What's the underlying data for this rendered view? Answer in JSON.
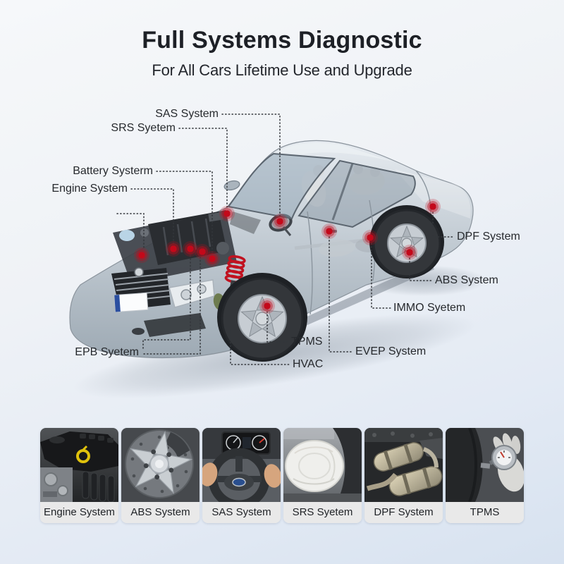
{
  "header": {
    "title": "Full Systems Diagnostic",
    "subtitle": "For All Cars Lifetime Use and Upgrade"
  },
  "diagram": {
    "description": "Cutaway sedan with red markers showing diagnosable systems",
    "marker_color": "#c3091a",
    "callouts": [
      {
        "id": "sas-system",
        "label": "SAS System",
        "side": "left",
        "dot": [
          397,
          314
        ]
      },
      {
        "id": "srs-system",
        "label": "SRS Syetem",
        "side": "left",
        "dot": [
          322,
          303
        ]
      },
      {
        "id": "battery-system",
        "label": "Battery Systerm",
        "side": "left",
        "dot": [
          301,
          367
        ]
      },
      {
        "id": "engine-system",
        "label": "Engine System",
        "side": "left",
        "dot": [
          246,
          353
        ]
      },
      {
        "id": "epb-system",
        "label": "EPB Syetem",
        "side": "left",
        "dot": [
          287,
          357
        ]
      },
      {
        "id": "dpf-system",
        "label": "DPF System",
        "side": "right",
        "dot": [
          614,
          293
        ]
      },
      {
        "id": "abs-system",
        "label": "ABS System",
        "side": "right",
        "dot": [
          581,
          358
        ]
      },
      {
        "id": "immo-system",
        "label": "IMMO Syetem",
        "side": "right",
        "dot": [
          525,
          337
        ]
      },
      {
        "id": "evep-system",
        "label": "EVEP System",
        "side": "right",
        "dot": [
          467,
          328
        ]
      },
      {
        "id": "tpms",
        "label": "TPMS",
        "side": "right",
        "dot": [
          379,
          434
        ]
      },
      {
        "id": "hvac",
        "label": "HVAC",
        "side": "right",
        "dot": [
          327,
          462
        ]
      }
    ],
    "extra_markers": [
      [
        201,
        362
      ],
      [
        270,
        353
      ]
    ]
  },
  "cards": [
    {
      "label": "Engine System",
      "icon": "engine-photo"
    },
    {
      "label": "ABS System",
      "icon": "wheel-brake-photo"
    },
    {
      "label": "SAS System",
      "icon": "steering-wheel-photo"
    },
    {
      "label": "SRS Syetem",
      "icon": "airbag-photo"
    },
    {
      "label": "DPF System",
      "icon": "exhaust-filter-photo"
    },
    {
      "label": "TPMS",
      "icon": "tire-gauge-photo"
    }
  ]
}
